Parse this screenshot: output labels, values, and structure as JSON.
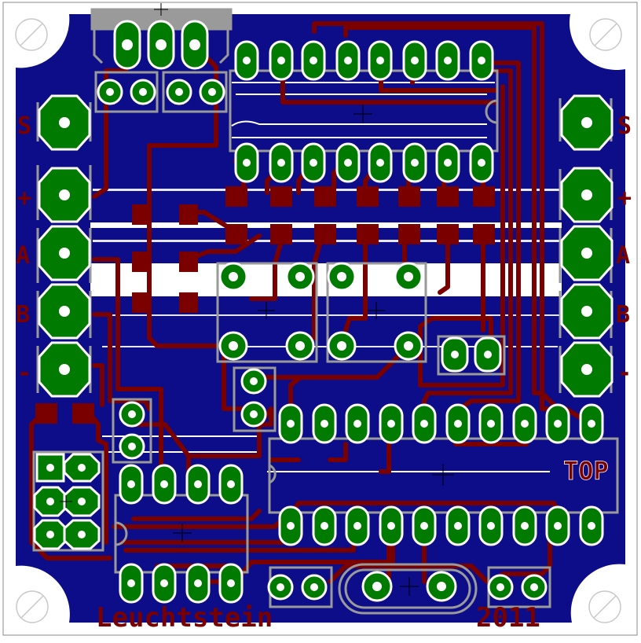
{
  "labels": {
    "left": {
      "s": "S",
      "plus": "+",
      "a": "A",
      "b": "B",
      "minus": "-"
    },
    "right": {
      "s": "S",
      "plus": "+",
      "a": "A",
      "b": "B",
      "minus": "-"
    },
    "top": "TOP",
    "name": "Leuchtstein",
    "year": "2011"
  },
  "colors": {
    "board": "#ffffff",
    "copper_pour": "#0d0d8a",
    "trace": "#7a0000",
    "pad": "#007a00",
    "silk": "#9a9a9a",
    "drill": "#ffffff"
  }
}
